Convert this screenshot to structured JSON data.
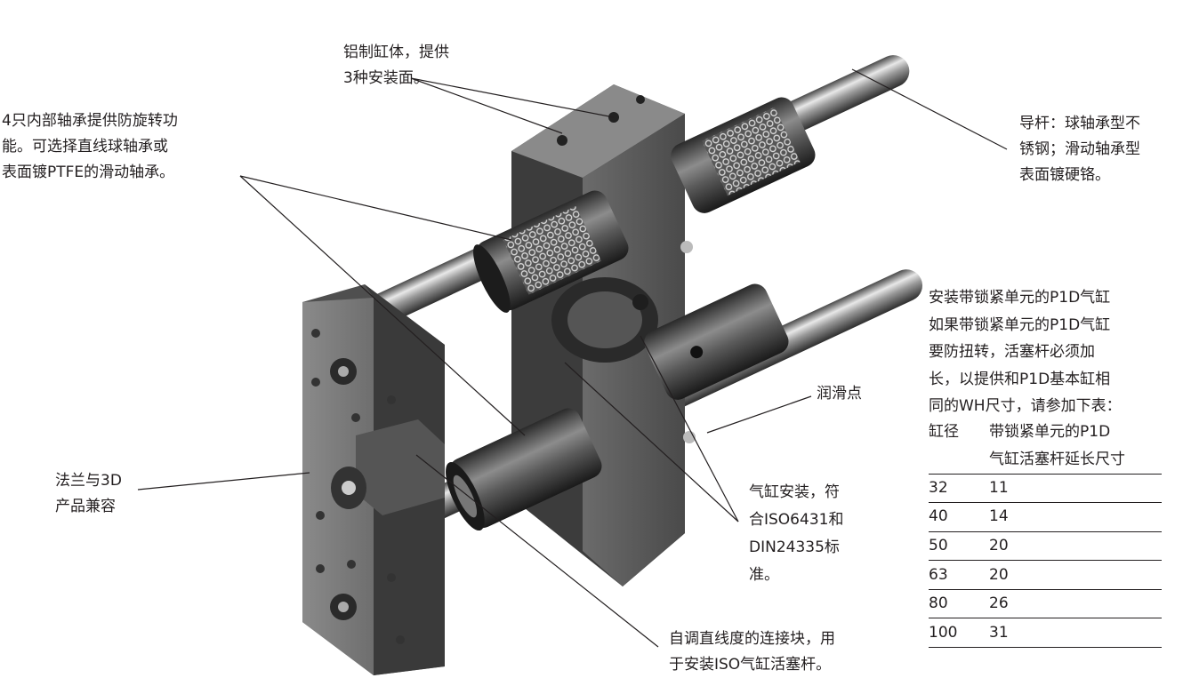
{
  "callouts": {
    "body": [
      "铝制缸体，提供",
      "3种安装面。"
    ],
    "bearings": [
      "4只内部轴承提供防旋转功",
      "能。可选择直线球轴承或",
      "表面镀PTFE的滑动轴承。"
    ],
    "guide_rod": [
      "导杆：球轴承型不",
      "锈钢；滑动轴承型",
      "表面镀硬铬。"
    ],
    "lube": [
      "润滑点"
    ],
    "flange": [
      "法兰与3D",
      "产品兼容"
    ],
    "cylinder_mount": [
      "气缸安装，符",
      "合ISO6431和",
      "DIN24335标",
      "准。"
    ],
    "coupling": [
      "自调直线度的连接块，用",
      "于安装ISO气缸活塞杆。"
    ]
  },
  "lock_note": {
    "title": "安装带锁紧单元的P1D气缸",
    "lines": [
      "如果带锁紧单元的P1D气缸",
      "要防扭转，活塞杆必须加",
      "长，以提供和P1D基本缸相",
      "同的WH尺寸，请参加下表："
    ]
  },
  "table": {
    "col1_header": "缸径",
    "col2_header_line1": "带锁紧单元的P1D",
    "col2_header_line2": "气缸活塞杆延长尺寸",
    "rows": [
      {
        "bore": "32",
        "ext": "11"
      },
      {
        "bore": "40",
        "ext": "14"
      },
      {
        "bore": "50",
        "ext": "20"
      },
      {
        "bore": "63",
        "ext": "20"
      },
      {
        "bore": "80",
        "ext": "26"
      },
      {
        "bore": "100",
        "ext": "31"
      }
    ]
  }
}
